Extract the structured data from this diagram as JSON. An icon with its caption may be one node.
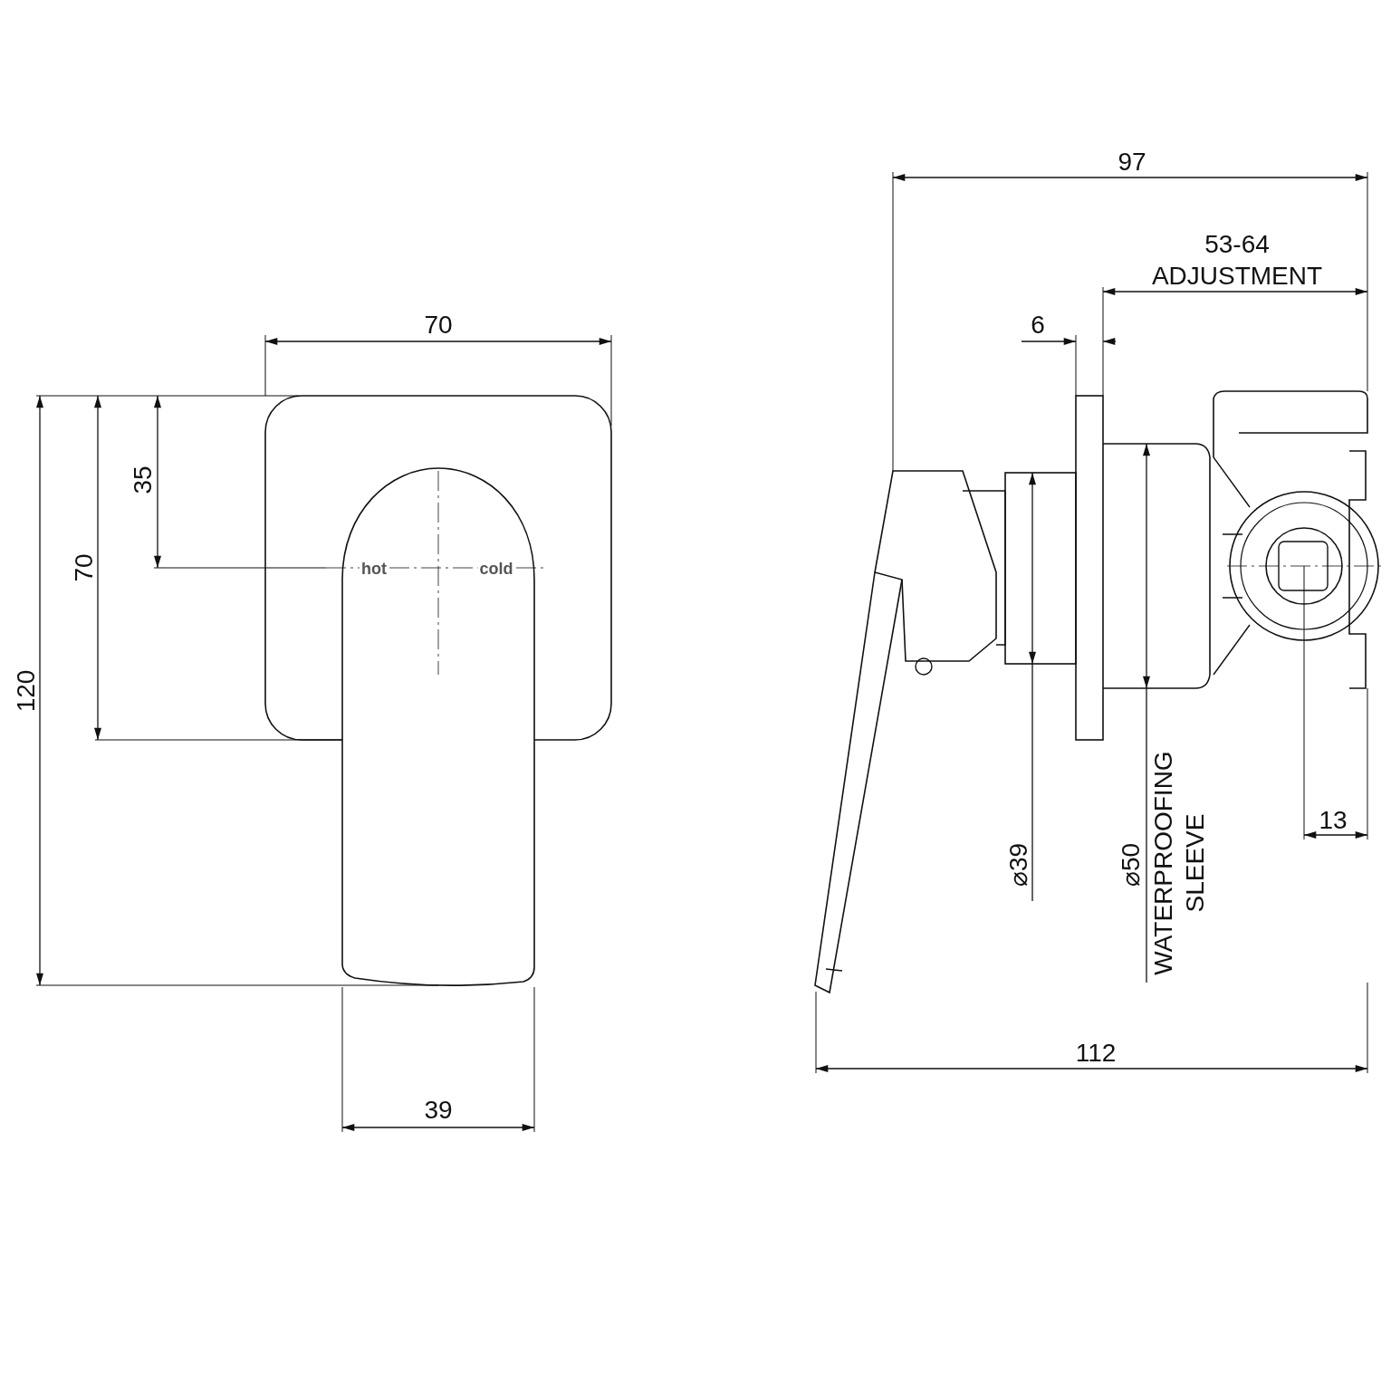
{
  "diagram": {
    "labels": [
      "97",
      "53-64 ADJUSTMENT",
      "70",
      "6",
      "35",
      "70",
      "120",
      "hot",
      "cold",
      "⌀39",
      "⌀50",
      "WATERPROOFING SLEEVE",
      "13",
      "112",
      "39"
    ]
  }
}
